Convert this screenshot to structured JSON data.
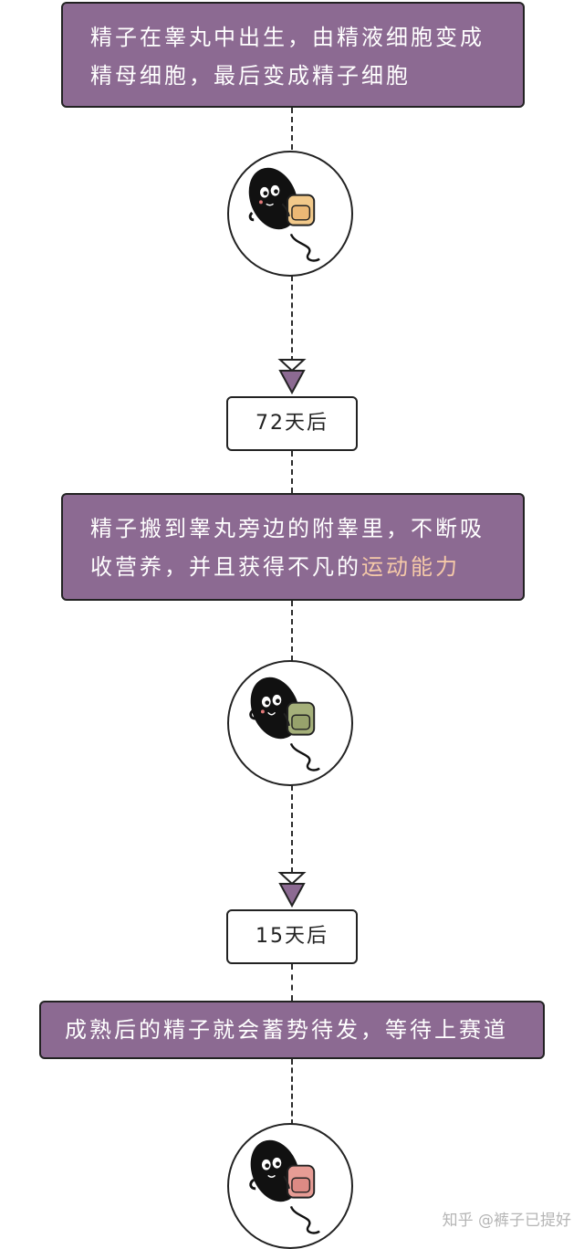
{
  "step1": {
    "line1": "精子在睾丸中出生，由精液细胞变成",
    "line2": "精母细胞，最后变成精子细胞"
  },
  "duration1": "72天后",
  "step2": {
    "line1": "精子搬到睾丸旁边的附睾里，不断吸",
    "line2_prefix": "收营养，并且获得不凡的",
    "line2_highlight": "运动能力"
  },
  "duration2": "15天后",
  "step3": {
    "line1": "成熟后的精子就会蓄势待发，等待上赛道"
  },
  "watermark": "知乎 @裤子已提好",
  "colors": {
    "box_purple": "#8c6a92",
    "highlight": "#f5c9a8",
    "backpack_1": "#f2c98a",
    "backpack_2": "#a5b07a",
    "backpack_3": "#e79c95"
  },
  "icons": [
    "sperm-with-backpack-icon",
    "down-arrow-icon"
  ]
}
